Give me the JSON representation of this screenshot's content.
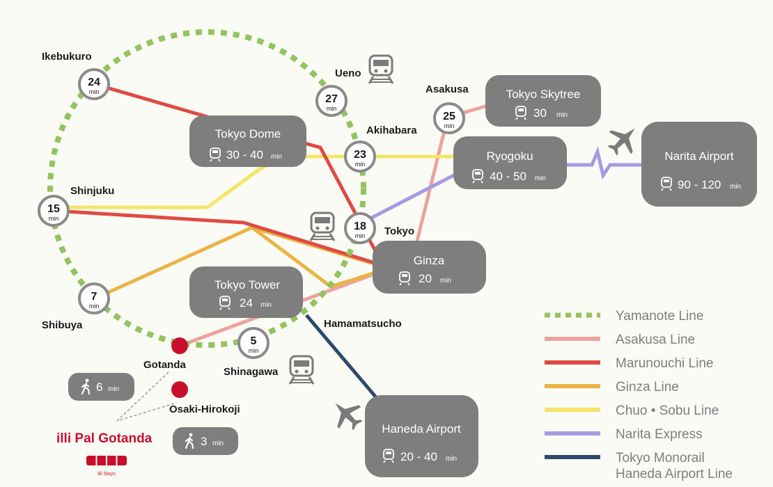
{
  "colors": {
    "yamanote": "#93c35e",
    "asakusa": "#eca39c",
    "marunouchi": "#df4a42",
    "ginza": "#e9b443",
    "chuo_sobu": "#f5e566",
    "narita_express": "#a89ae2",
    "monorail": "#2e4a6b",
    "box": "#7e7e7e",
    "hotel": "#c8102e"
  },
  "stations": {
    "ikebukuro": {
      "name": "Ikebukuro",
      "time": "24",
      "unit": "min"
    },
    "ueno": {
      "name": "Ueno",
      "time": "27",
      "unit": "min"
    },
    "akihabara": {
      "name": "Akihabara",
      "time": "23",
      "unit": "min"
    },
    "asakusa": {
      "name": "Asakusa",
      "time": "25",
      "unit": "min"
    },
    "shinjuku": {
      "name": "Shinjuku",
      "time": "15",
      "unit": "min"
    },
    "tokyo": {
      "name": "Tokyo",
      "time": "18",
      "unit": "min"
    },
    "shibuya": {
      "name": "Shibuya",
      "time": "7",
      "unit": "min"
    },
    "shinagawa": {
      "name": "Shinagawa",
      "time": "5",
      "unit": "min"
    },
    "hamamatsucho": {
      "name": "Hamamatsucho"
    },
    "gotanda": {
      "name": "Gotanda"
    },
    "osaki_hirokoji": {
      "name": "Osaki-Hirokoji"
    }
  },
  "destinations": {
    "tokyo_dome": {
      "name": "Tokyo Dome",
      "time": "30 - 40",
      "unit": "min"
    },
    "tokyo_skytree": {
      "name": "Tokyo Skytree",
      "time": "30",
      "unit": "min"
    },
    "ryogoku": {
      "name": "Ryogoku",
      "time": "40 - 50",
      "unit": "min"
    },
    "narita_airport": {
      "name": "Narita Airport",
      "time": "90 - 120",
      "unit": "min"
    },
    "ginza": {
      "name": "Ginza",
      "time": "20",
      "unit": "min"
    },
    "tokyo_tower": {
      "name": "Tokyo Tower",
      "time": "24",
      "unit": "min"
    },
    "haneda_airport": {
      "name": "Haneda Airport",
      "time": "20 - 40",
      "unit": "min"
    }
  },
  "walks": {
    "gotanda": {
      "time": "6",
      "unit": "min"
    },
    "osaki": {
      "time": "3",
      "unit": "min"
    }
  },
  "hotel": {
    "name": "illi Pal Gotanda",
    "brand": "illi Stays"
  },
  "legend": [
    {
      "label": "Yamanote Line",
      "color": "#93c35e",
      "style": "dashed"
    },
    {
      "label": "Asakusa Line",
      "color": "#eca39c",
      "style": "solid"
    },
    {
      "label": "Marunouchi Line",
      "color": "#df4a42",
      "style": "solid"
    },
    {
      "label": "Ginza Line",
      "color": "#e9b443",
      "style": "solid"
    },
    {
      "label": "Chuo • Sobu Line",
      "color": "#f5e566",
      "style": "solid"
    },
    {
      "label": "Narita Express",
      "color": "#a89ae2",
      "style": "solid"
    },
    {
      "label": "Tokyo Monorail",
      "label2": "Haneda Airport  Line",
      "color": "#2e4a6b",
      "style": "solid"
    }
  ]
}
